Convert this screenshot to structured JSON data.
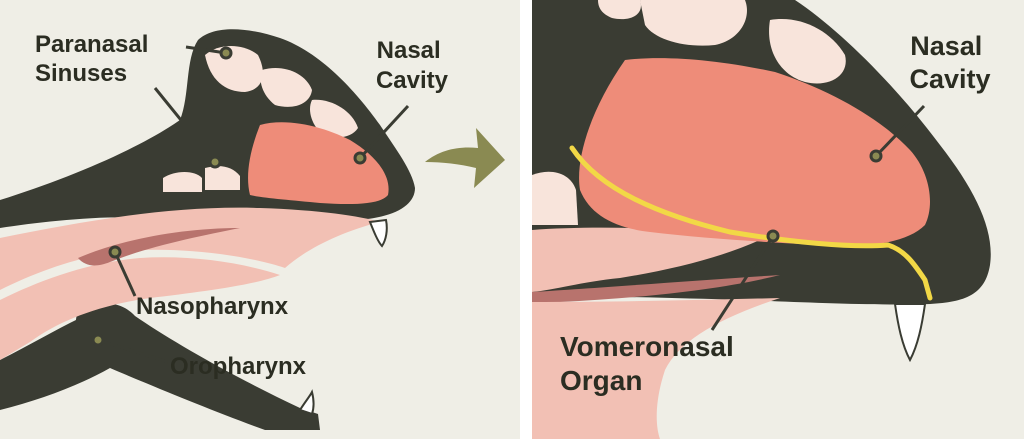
{
  "labels": {
    "paranasal_sinuses": [
      "Paranasal",
      "Sinuses"
    ],
    "nasal_cavity_left": [
      "Nasal",
      "Cavity"
    ],
    "nasopharynx": "Nasopharynx",
    "oropharynx": "Oropharynx",
    "nasal_cavity_right": [
      "Nasal",
      "Cavity"
    ],
    "vomeronasal_organ": [
      "Vomeronasal",
      "Organ"
    ]
  },
  "colors": {
    "background": "#efeee6",
    "bone": "#3a3c33",
    "sinus": "#f8e4db",
    "cavity": "#ee8c79",
    "soft_tissue": "#f2c0b4",
    "mucosa": "#b8736d",
    "airway": "#dde6ec",
    "vomeronasal_organ": "#f2d846",
    "arrow": "#8a8a52",
    "leader": "#3a3c33"
  }
}
